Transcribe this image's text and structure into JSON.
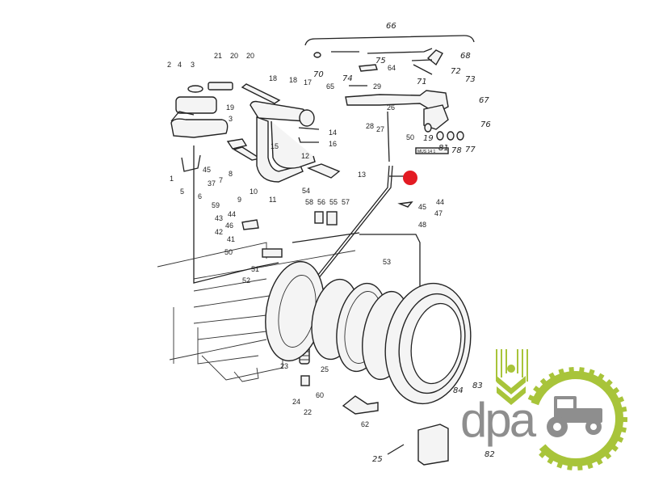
{
  "diagram": {
    "part_labels": [
      "66",
      "70",
      "74",
      "75",
      "64",
      "68",
      "72",
      "73",
      "71",
      "65",
      "29",
      "67",
      "26",
      "28",
      "27",
      "76",
      "50",
      "19",
      "81",
      "78",
      "77",
      "2",
      "4",
      "3",
      "21",
      "20",
      "20",
      "18",
      "18",
      "17",
      "19",
      "3",
      "14",
      "16",
      "15",
      "12",
      "13",
      "1",
      "5",
      "45",
      "37",
      "6",
      "7",
      "8",
      "9",
      "10",
      "11",
      "59",
      "54",
      "58",
      "56",
      "55",
      "57",
      "44",
      "45",
      "47",
      "48",
      "44",
      "43",
      "46",
      "42",
      "41",
      "50",
      "51",
      "52",
      "53",
      "23",
      "25",
      "60",
      "24",
      "22",
      "62",
      "25",
      "84",
      "83",
      "82"
    ],
    "plate_text": "MUS 14 1",
    "marker_color": "#e31b23"
  },
  "logo": {
    "text": "dpa",
    "green": "#a8c43a",
    "grey": "#8e8e8e"
  }
}
